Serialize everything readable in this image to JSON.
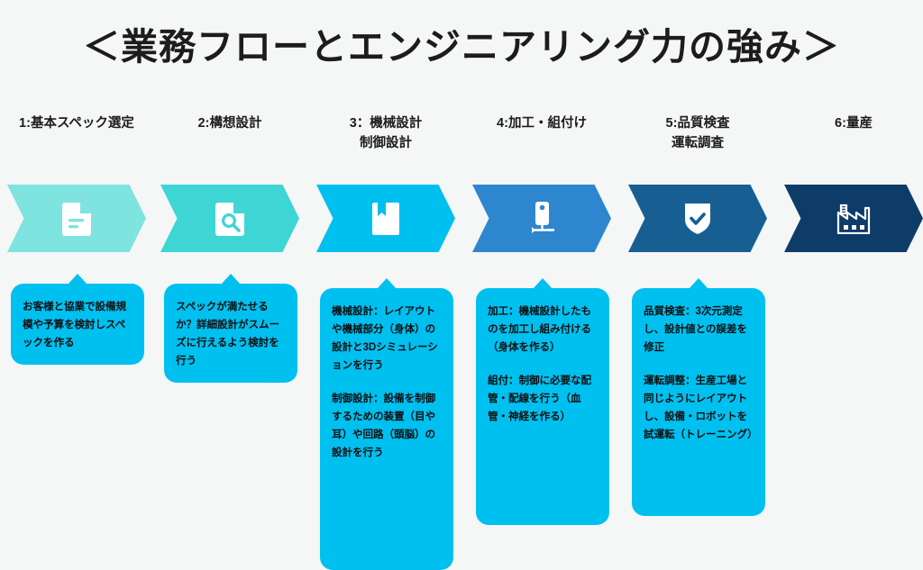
{
  "slide": {
    "title": "＜業務フローとエンジニアリング力の強み＞",
    "background_color": "#f5f6f6",
    "title_color": "#1c1c1c",
    "card_color": "#00c0f0",
    "card_text_color": "#101010"
  },
  "steps": [
    {
      "heading_line1": "1:基本スペック選定",
      "heading_line2": "",
      "icon": "document-lines-icon",
      "chevron_color": "#7fe3e0",
      "paragraphs": [
        "お客様と協業で設備規模や予算を検討しスペックを作る"
      ]
    },
    {
      "heading_line1": "2:構想設計",
      "heading_line2": "",
      "icon": "document-search-icon",
      "chevron_color": "#3dd6d4",
      "paragraphs": [
        "スペックが満たせるか？詳細設計がスムーズに行えるよう検討を行う"
      ]
    },
    {
      "heading_line1": "3：機械設計",
      "heading_line2": "制御設計",
      "icon": "bookmark-document-icon",
      "chevron_color": "#00c0f0",
      "paragraphs": [
        "機械設計：レイアウトや機械部分（身体）の設計と3Dシミュレーションを行う",
        "制御設計：設備を制御するための装置（目や耳）や回路（頭脳）の設計を行う"
      ]
    },
    {
      "heading_line1": "4:加工・組付け",
      "heading_line2": "",
      "icon": "machine-device-icon",
      "chevron_color": "#2e86ce",
      "paragraphs": [
        "加工：機械設計したものを加工し組み付ける（身体を作る）",
        "組付：制御に必要な配管・配線を行う（血管・神経を作る）"
      ]
    },
    {
      "heading_line1": "5:品質検査",
      "heading_line2": "運転調査",
      "icon": "shield-check-icon",
      "chevron_color": "#175f93",
      "paragraphs": [
        "品質検査：3次元測定し、設計値との誤差を修正",
        "運転調整：生産工場と同じようにレイアウトし、設備・ロボットを試運転（トレーニング）"
      ]
    },
    {
      "heading_line1": "6:量産",
      "heading_line2": "",
      "icon": "factory-icon",
      "chevron_color": "#0d3c69",
      "paragraphs": []
    }
  ]
}
